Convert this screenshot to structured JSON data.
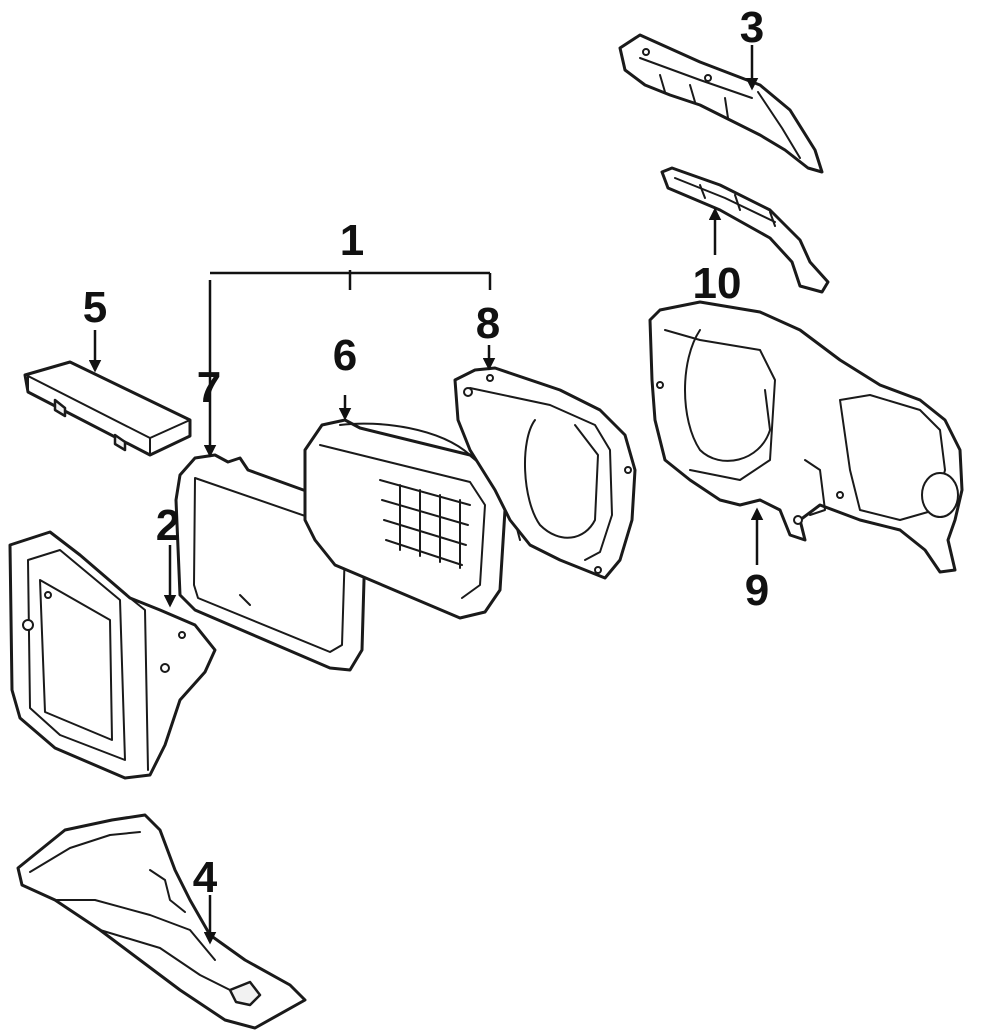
{
  "diagram": {
    "callouts": [
      {
        "id": "1",
        "label": "1"
      },
      {
        "id": "2",
        "label": "2"
      },
      {
        "id": "3",
        "label": "3"
      },
      {
        "id": "4",
        "label": "4"
      },
      {
        "id": "5",
        "label": "5"
      },
      {
        "id": "6",
        "label": "6"
      },
      {
        "id": "7",
        "label": "7"
      },
      {
        "id": "8",
        "label": "8"
      },
      {
        "id": "9",
        "label": "9"
      },
      {
        "id": "10",
        "label": "10"
      }
    ],
    "colors": {
      "line": "#1a1a1a",
      "fill": "#ffffff",
      "background": "#ffffff"
    }
  }
}
